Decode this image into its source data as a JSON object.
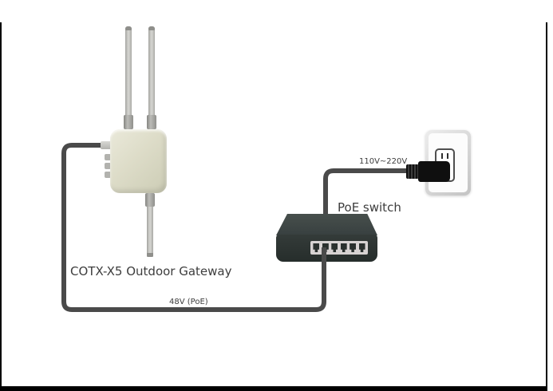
{
  "page": {
    "background": "#ffffff",
    "frame_color": "#000000",
    "text_color": "#3d3d3d"
  },
  "gateway": {
    "label": "COTX-X5 Outdoor Gateway",
    "top_antenna_count": 2,
    "bottom_antenna_count": 1,
    "body_color": "#dcdbc7",
    "antenna_color": "#c6c6c2"
  },
  "poe_switch": {
    "label": "PoE switch",
    "port_count": 6,
    "top_color": "#3e4644",
    "front_color": "#2d3432",
    "port_strip_color": "#d7d2d2",
    "port_color": "#2a302e"
  },
  "outlet": {
    "slot_count": 2,
    "plate_color": "#e0e0e0",
    "plug_color": "#0f0f0f"
  },
  "cables": {
    "color": "#4a4a4a",
    "power": {
      "label": "110V~220V"
    },
    "poe": {
      "label": "48V (PoE)"
    }
  }
}
